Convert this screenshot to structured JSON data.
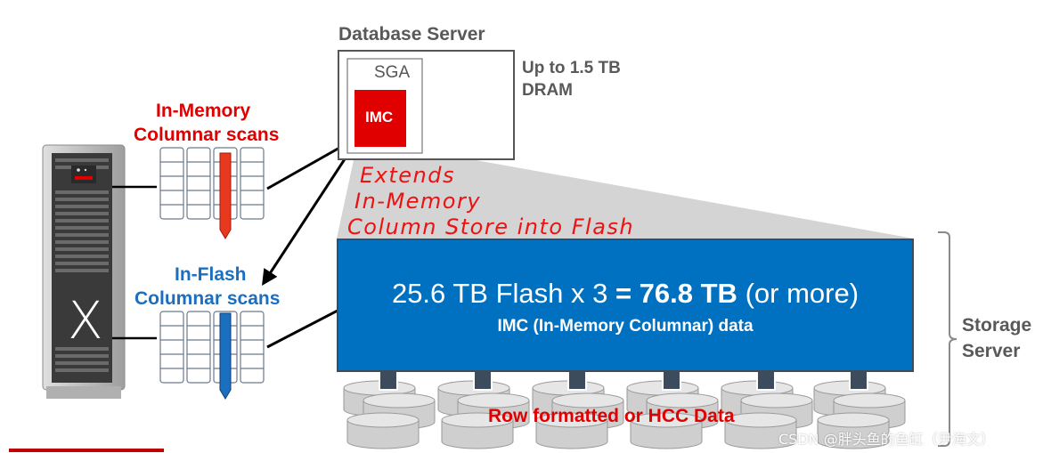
{
  "db_server": {
    "title": "Database Server",
    "sga_label": "SGA",
    "imc_label": "IMC",
    "dram_line1": "Up to 1.5 TB",
    "dram_line2": "DRAM"
  },
  "in_memory": {
    "line1": "In-Memory",
    "line2": "Columnar scans"
  },
  "in_flash": {
    "line1": "In-Flash",
    "line2": "Columnar scans"
  },
  "extends": {
    "line1": "Extends",
    "line2": "In-Memory",
    "line3": "Column Store into Flash"
  },
  "flash_banner": {
    "prefix": "25.6 TB Flash x 3 ",
    "highlight": "= 76.8 TB",
    "suffix": " (or more)",
    "subtitle": "IMC (In-Memory Columnar) data"
  },
  "storage": {
    "line1": "Storage",
    "line2": "Server",
    "row_data_label": "Row formatted or HCC Data"
  },
  "rack_icon_letter": "X",
  "watermark": "CSDN @胖头鱼的鱼缸（尹海文）",
  "colors": {
    "imc_red": "#e00000",
    "flash_blue": "#0070c0",
    "label_blue": "#1b6fc0",
    "label_gray": "#595959",
    "arrow_slate": "#3c4c5c"
  }
}
